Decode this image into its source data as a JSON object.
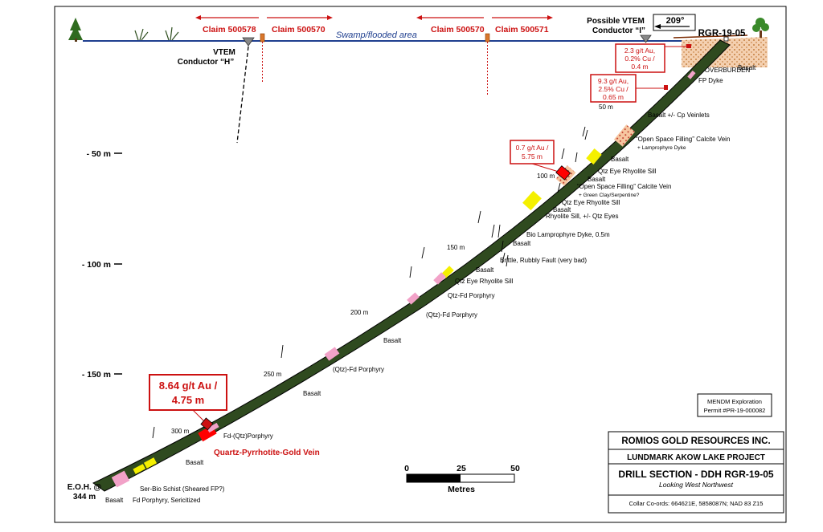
{
  "claims": [
    "Claim 500578",
    "Claim 500570",
    "Claim 500570",
    "Claim 500571"
  ],
  "swamp_label": "Swamp/flooded area",
  "vtem_h": [
    "VTEM",
    "Conductor “H”"
  ],
  "vtem_i": [
    "Possible VTEM",
    "Conductor “I”"
  ],
  "azimuth": "209°",
  "hole_id": "RGR-19-05",
  "overburden": "OVERBURDEN",
  "depth_labels": [
    "- 50 m",
    "- 100 m",
    "- 150 m"
  ],
  "hole_metre_labels": [
    "50 m",
    "100 m",
    "150 m",
    "200 m",
    "250 m",
    "300 m"
  ],
  "assays": {
    "a1": [
      "2.3 g/t Au,",
      "0.2% Cu /",
      "0.4 m"
    ],
    "a2": [
      "9.3 g/t Au,",
      "2.5% Cu /",
      "0.65 m"
    ],
    "a3": [
      "0.7 g/t Au /",
      "5.75 m"
    ],
    "a4": [
      "8.64 g/t Au /",
      "4.75 m"
    ]
  },
  "geology": {
    "basalt": "Basalt",
    "fp_dyke": "FP Dyke",
    "basalt_cp": "Basalt +/- Cp Veinlets",
    "calcite1": [
      "“Open Space Filling” Calcite Vein",
      "+ Lamprophyre Dyke"
    ],
    "qtz_eye_sill": "Qtz Eye Rhyolite Sill",
    "calcite2": [
      "“Open Space Filling” Calcite Vein",
      "+ Green Clay/Serpentine?"
    ],
    "rhyolite_sill": "Rhyolite Sill, +/- Qtz Eyes",
    "bio_lamp": "Bio Lamprophyre Dyke, 0.5m",
    "brittle_fault": "Brittle, Rubbly Fault (very bad)",
    "qtz_fd": "Qtz-Fd Porphyry",
    "qtz_fd_paren": "(Qtz)-Fd Porphyry",
    "fd_qtz": "Fd-(Qtz)Porphyry",
    "gold_vein": "Quartz-Pyrrhotite-Gold Vein",
    "ser_bio": "Ser-Bio Schist (Sheared FP?)",
    "fd_sericitized": "Fd Porphyry, Sericitized"
  },
  "eoh": [
    "E.O.H. @",
    "344 m"
  ],
  "scale": {
    "ticks": [
      "0",
      "25",
      "50"
    ],
    "unit": "Metres"
  },
  "permit": [
    "MENDM Exploration",
    "Permit #PR-19-000082"
  ],
  "title_block": {
    "company": "ROMIOS GOLD RESOURCES INC.",
    "project": "LUNDMARK AKOW LAKE PROJECT",
    "section": "DRILL SECTION - DDH RGR-19-05",
    "looking": "Looking West Northwest",
    "collar": "Collar Co-ords:  664621E,  5858087N;  NAD  83 Z15"
  },
  "colors": {
    "basalt": "#2f4a1f",
    "sill": "#f4f000",
    "porphyry": "#f2a2c8",
    "assay_red": "#cc1111",
    "vein_red": "#ff0000",
    "ground": "#1f3f8f",
    "outline": "#000000"
  }
}
